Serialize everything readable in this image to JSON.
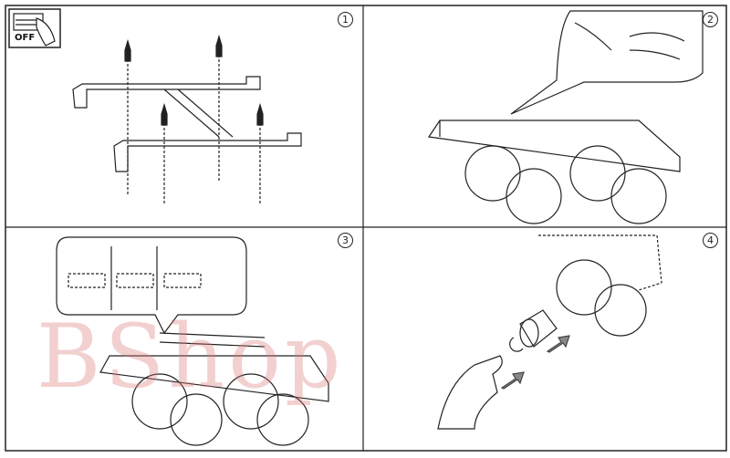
{
  "steps": [
    {
      "number": "1"
    },
    {
      "number": "2"
    },
    {
      "number": "3"
    },
    {
      "number": "4"
    }
  ],
  "switch_label": "OFF",
  "watermark": "BShop",
  "colors": {
    "line": "#222222",
    "watermark": "#dc7878",
    "arrow": "#888888"
  }
}
